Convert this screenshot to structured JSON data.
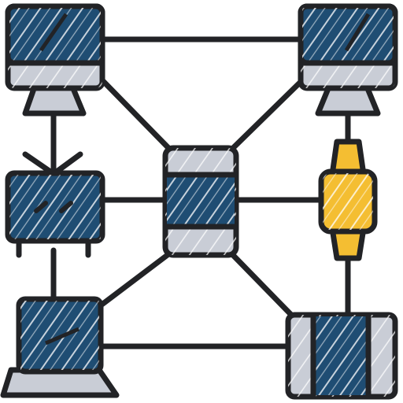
{
  "icon": {
    "name": "device-network-icon",
    "devices": [
      "desktop-monitor-left",
      "desktop-monitor-right",
      "television",
      "smartphone",
      "smartwatch",
      "laptop",
      "tablet"
    ]
  },
  "colors": {
    "outline": "#222326",
    "screen_blue": "#1f4d73",
    "bezel_gray": "#c9cdd6",
    "watch_yellow": "#f4be32",
    "hatch_white": "#ffffff",
    "background": "#ffffff"
  }
}
